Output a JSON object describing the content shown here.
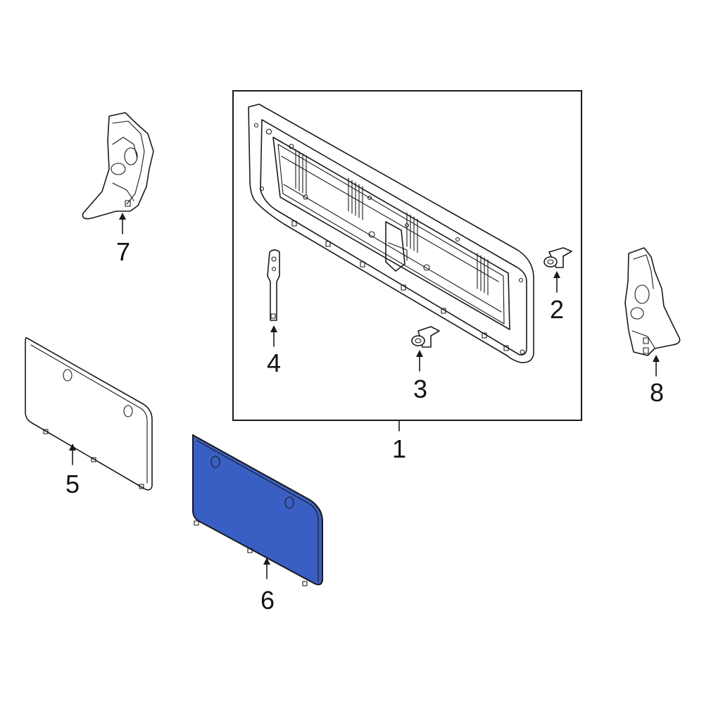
{
  "diagram": {
    "highlight_color": "#3a5fc4",
    "line_color": "#1a1a1a",
    "background": "#ffffff",
    "callouts": [
      {
        "id": "1",
        "label": "1"
      },
      {
        "id": "2",
        "label": "2"
      },
      {
        "id": "3",
        "label": "3"
      },
      {
        "id": "4",
        "label": "4"
      },
      {
        "id": "5",
        "label": "5"
      },
      {
        "id": "6",
        "label": "6"
      },
      {
        "id": "7",
        "label": "7"
      },
      {
        "id": "8",
        "label": "8"
      }
    ],
    "highlighted_part": "6"
  }
}
